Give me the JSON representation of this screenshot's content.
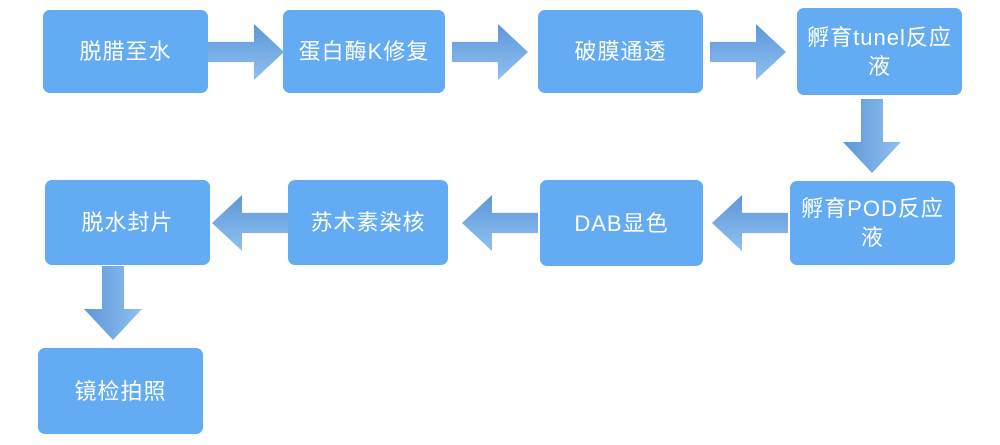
{
  "diagram": {
    "type": "flowchart",
    "boxes": [
      {
        "id": "step-1",
        "label": "脱腊至水"
      },
      {
        "id": "step-2",
        "label": "蛋白酶K修复"
      },
      {
        "id": "step-3",
        "label": "破膜通透"
      },
      {
        "id": "step-4",
        "label": "孵育tunel反应液"
      },
      {
        "id": "step-5",
        "label": "孵育POD反应液"
      },
      {
        "id": "step-6",
        "label": "DAB显色"
      },
      {
        "id": "step-7",
        "label": "苏木素染核"
      },
      {
        "id": "step-8",
        "label": "脱水封片"
      },
      {
        "id": "step-9",
        "label": "镜检拍照"
      }
    ],
    "edges": [
      {
        "from": "脱腊至水",
        "to": "蛋白酶K修复",
        "direction": "right"
      },
      {
        "from": "蛋白酶K修复",
        "to": "破膜通透",
        "direction": "right"
      },
      {
        "from": "破膜通透",
        "to": "孵育tunel反应液",
        "direction": "right"
      },
      {
        "from": "孵育tunel反应液",
        "to": "孵育POD反应液",
        "direction": "down"
      },
      {
        "from": "孵育POD反应液",
        "to": "DAB显色",
        "direction": "left"
      },
      {
        "from": "DAB显色",
        "to": "苏木素染核",
        "direction": "left"
      },
      {
        "from": "苏木素染核",
        "to": "脱水封片",
        "direction": "left"
      },
      {
        "from": "脱水封片",
        "to": "镜检拍照",
        "direction": "down"
      }
    ],
    "colors": {
      "box_fill": "#63abf2",
      "arrow_gradient_start": "#5d97d8",
      "arrow_gradient_end": "#8fc0f0",
      "text": "#ffffff",
      "background": "#ffffff"
    }
  }
}
